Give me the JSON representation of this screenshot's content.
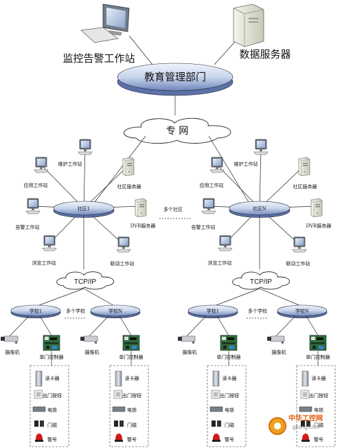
{
  "top": {
    "monitor_station": "监控告警工作站",
    "data_server": "数据服务器",
    "hub": "教育管理部门",
    "network": "专 网"
  },
  "communities": [
    {
      "hub": "社区1",
      "maintenance": "维护工作站",
      "application": "应用工作站",
      "server": "社区服务器",
      "alarm": "告警工作站",
      "dvr": "DVR服务器",
      "browse": "浏览工作站",
      "linkage": "联动工作站"
    },
    {
      "hub": "社区N",
      "maintenance": "维护工作站",
      "application": "应用工作站",
      "server": "社区服务器",
      "alarm": "告警工作站",
      "dvr": "DVR服务器",
      "browse": "浏览工作站",
      "linkage": "联动工作站"
    }
  ],
  "multi_community": "多个社区",
  "tcpip": "TCP/IP",
  "multi_school": "多个学校",
  "schools": [
    {
      "hub": "学校1"
    },
    {
      "hub": "学校N"
    }
  ],
  "units": [
    {
      "camera": "摄像机",
      "controller": "单门控制器",
      "reader": "读卡器",
      "exit": "出门按钮",
      "lock": "电锁",
      "magnet": "门磁",
      "alarm": "警号"
    },
    {
      "camera": "摄像机",
      "controller": "单门控制器",
      "reader": "读卡器",
      "exit": "出门按钮",
      "lock": "电锁",
      "magnet": "门磁",
      "alarm": "警号"
    },
    {
      "camera": "摄像机",
      "controller": "单门控制器",
      "reader": "读卡器",
      "exit": "出门按钮",
      "lock": "电锁",
      "magnet": "门磁",
      "alarm": "警号"
    },
    {
      "camera": "摄像机",
      "controller": "单门控制器",
      "reader": "读卡器",
      "exit": "出门按钮",
      "lock": "电锁",
      "magnet": "门磁",
      "alarm": "警号"
    }
  ],
  "watermark": {
    "brand": "中华工控网",
    "url": "gkong.com"
  }
}
